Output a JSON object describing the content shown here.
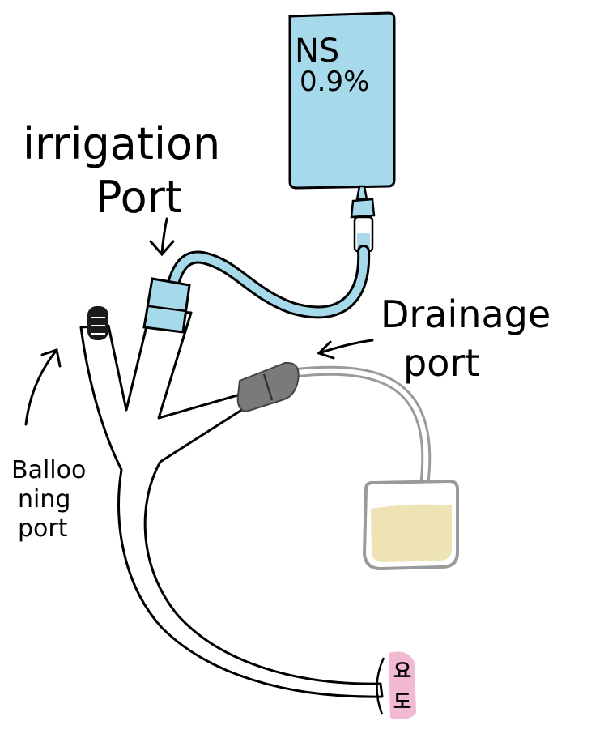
{
  "labels": {
    "bag_line1": "NS",
    "bag_line2": "0.9%",
    "irrigation_line1": "irrigation",
    "irrigation_line2": "Port",
    "drainage_line1": "Drainage",
    "drainage_line2": "port",
    "ballooning_line1": "Balloo",
    "ballooning_line2": "ning",
    "ballooning_line3": "port",
    "urethra_char1": "요",
    "urethra_char2": "도"
  },
  "colors": {
    "saline": "#a6d9ea",
    "urine": "#ede3b4",
    "drainage_connector": "#7a7a7a",
    "urethra": "#f2b9d2",
    "outline": "#000000",
    "drainage_tube": "#9a9a9a"
  },
  "icons": [
    "arrow-down-icon",
    "arrow-left-icon",
    "arrow-up-icon"
  ]
}
